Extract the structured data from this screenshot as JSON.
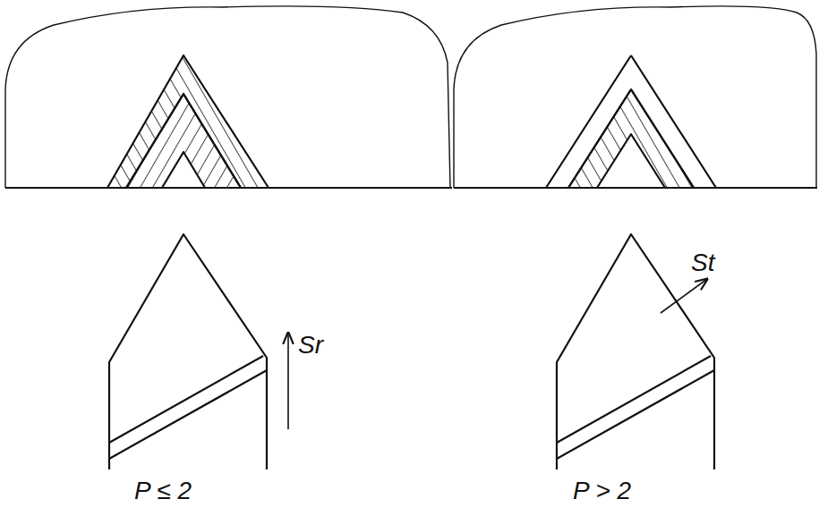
{
  "diagram": {
    "labels": [
      "Sr",
      "St",
      "P ≤ 2",
      "P > 2"
    ]
  }
}
